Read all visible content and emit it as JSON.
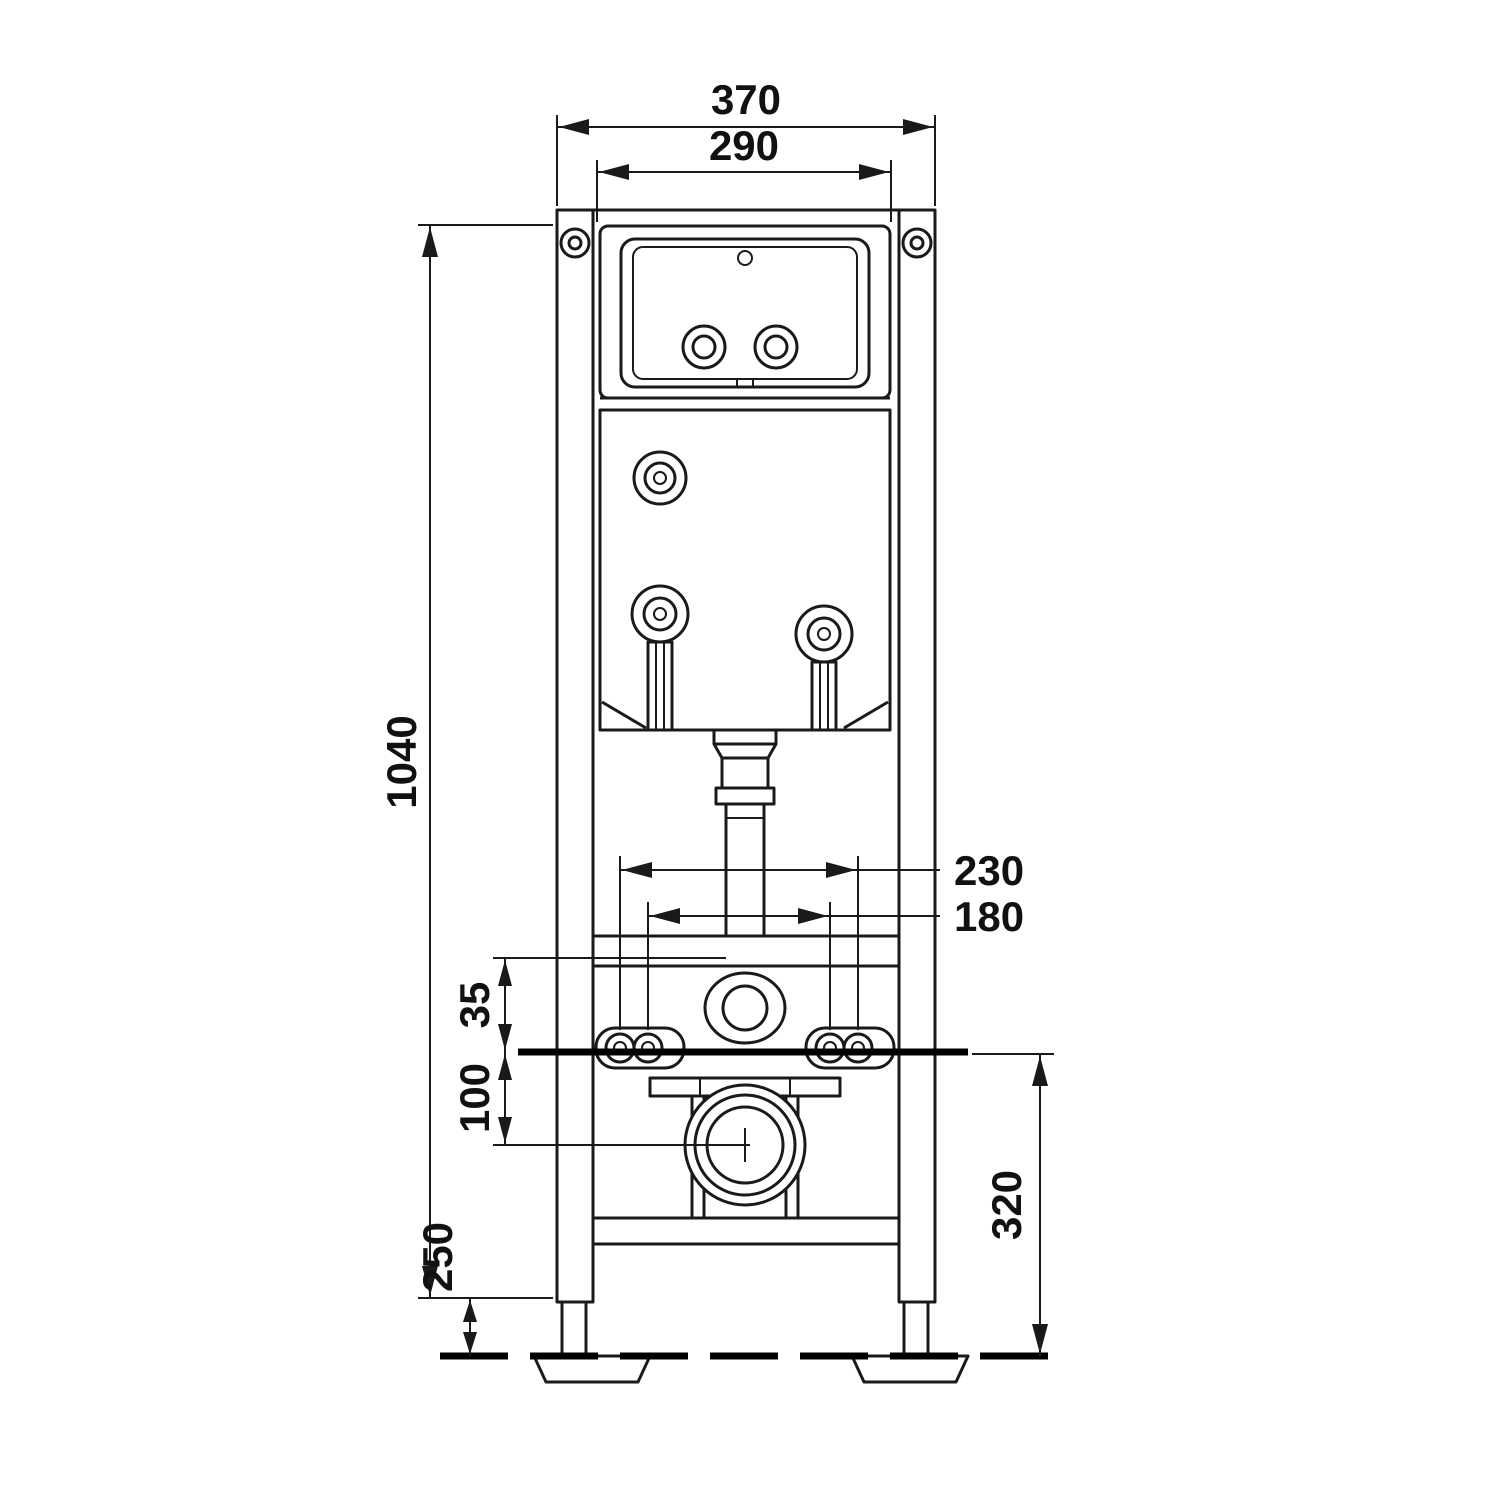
{
  "diagram": {
    "labels": {
      "width_outer": "370",
      "width_inner": "290",
      "height_total": "1040",
      "spacing_outer": "230",
      "spacing_inner": "180",
      "offset_35": "35",
      "offset_100": "100",
      "foot_height_250": "250",
      "outlet_height_320": "320"
    },
    "colors": {
      "line": "#1a1a1a",
      "background": "#ffffff"
    }
  }
}
